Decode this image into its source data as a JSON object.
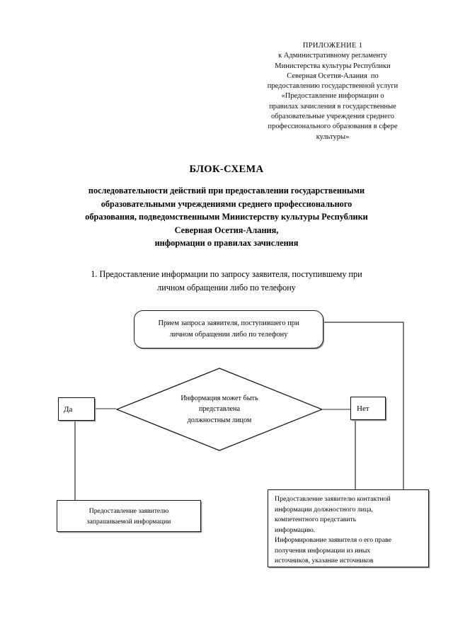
{
  "appendix_header": {
    "lines": [
      "ПРИЛОЖЕНИЕ 1",
      "к Административному регламенту",
      "Министерства культуры Республики",
      "Северная Осетия-Алания  по",
      "предоставлению государственной услуги",
      "«Предоставление информации о",
      "правилах зачисления в государственные",
      "образовательные учреждения среднего",
      "профессионального образования в сфере",
      "культуры»"
    ]
  },
  "title": {
    "main": "БЛОК-СХЕМА",
    "subtitle_lines": [
      "последовательности действий при предоставлении государственными",
      "образовательными учреждениями среднего профессионального",
      "образования, подведомственными Министерству культуры Республики",
      "Северная Осетия-Алания,",
      "информации о правилах зачисления"
    ]
  },
  "section_1": {
    "heading_lines": [
      "1. Предоставление информации по запросу заявителя, поступившему при",
      "личном обращении либо по телефону"
    ]
  },
  "flowchart": {
    "nodes": {
      "intake": {
        "type": "rounded-process",
        "lines": [
          "Прием запроса заявителя, поступившего при",
          "личном обращении либо по телефону"
        ]
      },
      "decision": {
        "type": "diamond",
        "lines": [
          "Информация может быть",
          "представлена",
          "должностным лицом"
        ]
      },
      "yes": {
        "type": "label-box",
        "lines": [
          "Да"
        ]
      },
      "no": {
        "type": "label-box",
        "lines": [
          "Нет"
        ]
      },
      "provide_info": {
        "type": "process",
        "lines": [
          "Предоставление заявителю",
          "запрашиваемой информации"
        ]
      },
      "contact_info": {
        "type": "process",
        "lines": [
          "Предоставление заявителю контактной",
          "информации должностного лица,",
          "компетентного представить",
          "информацию.",
          "Информирование заявителя о его праве",
          "получения информации из иных",
          "источников, указание источников"
        ]
      }
    },
    "colors": {
      "stroke": "#1a1a1a",
      "shadow": "#949494",
      "page_background": "#ffffff"
    }
  }
}
